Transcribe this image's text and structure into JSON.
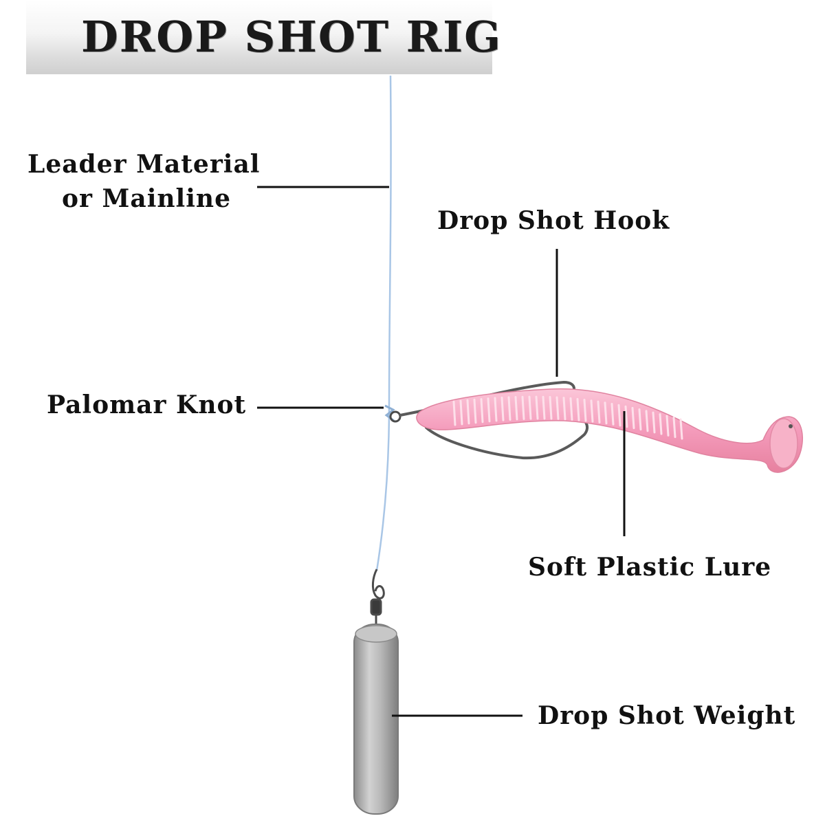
{
  "title": "DROP SHOT RIG",
  "labels": {
    "leader": [
      "Leader Material",
      "or Mainline"
    ],
    "hook": "Drop Shot Hook",
    "knot": "Palomar Knot",
    "lure": "Soft Plastic Lure",
    "weight": "Drop Shot Weight"
  },
  "colors": {
    "line": "#a9c6e6",
    "lure": "#f6a9c3",
    "lure_rib": "#fbd3e0",
    "hook": "#5a5a5a",
    "weight": "#a8a8a8",
    "pointer": "#111111"
  }
}
